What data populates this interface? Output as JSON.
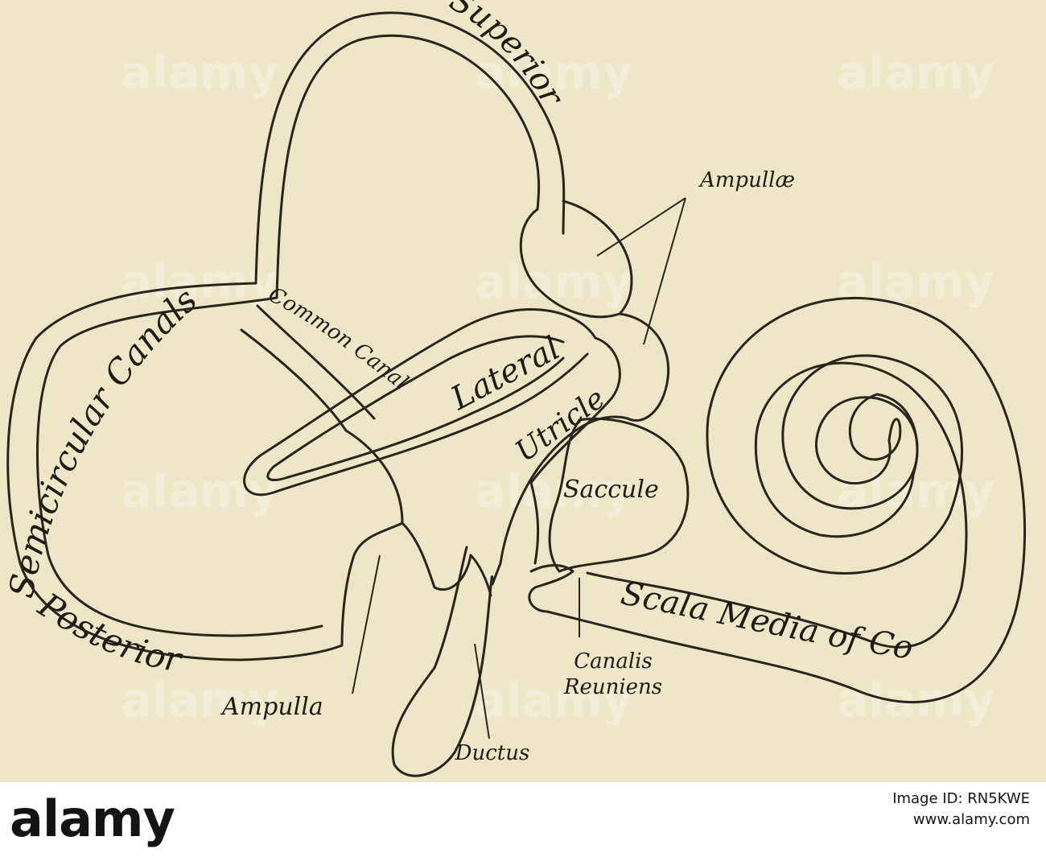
{
  "labels": {
    "superior": "Superior",
    "semicircular_canals": "Semicircular Canals",
    "ampullae": "Ampullæ",
    "common_canal": "Common Canal",
    "lateral": "Lateral",
    "utricle": "Utricle",
    "saccule": "Saccule",
    "posterior": "Posterior",
    "ampulla": "Ampulla",
    "scala_media": "Scala Media of Cochlea",
    "canalis": "Canalis",
    "reuniens": "Reuniens",
    "ductus": "Ductus"
  },
  "watermark": {
    "brand": "alamy"
  },
  "footer": {
    "brand": "alamy",
    "image_id": "Image ID: RN5KWE",
    "url": "www.alamy.com"
  }
}
